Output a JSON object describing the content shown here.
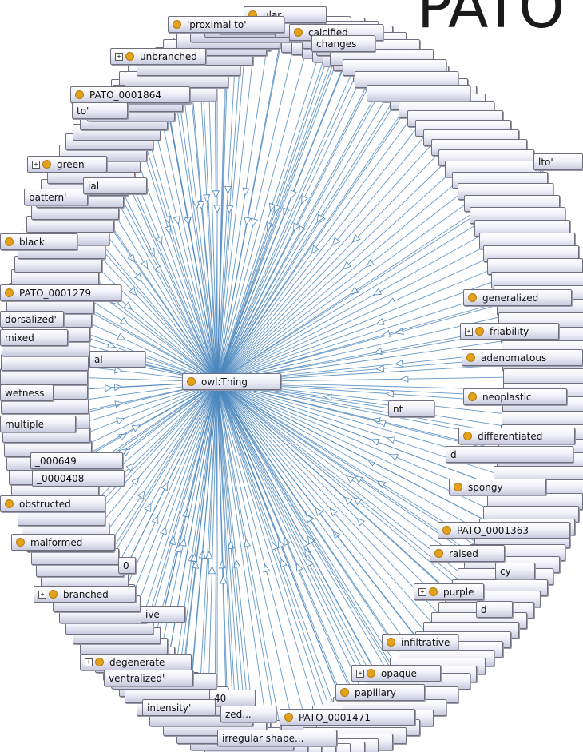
{
  "title": "PATO",
  "root": {
    "label": "owl:Thing",
    "icon": "class-dot-icon"
  },
  "colors": {
    "edge": "#4a86bd",
    "node_dot": "#e4a11b",
    "node_border": "#6f6f7e"
  },
  "nodes": [
    {
      "label": "ular",
      "expandable": false,
      "icon": true
    },
    {
      "label": "'proximal to'",
      "expandable": false,
      "icon": true
    },
    {
      "label": "calcified",
      "expandable": false,
      "icon": true
    },
    {
      "label": "unbranched",
      "expandable": true,
      "icon": true
    },
    {
      "label": "PATO_0001864",
      "expandable": false,
      "icon": true
    },
    {
      "label": "to'",
      "expandable": false,
      "icon": false
    },
    {
      "label": "green",
      "expandable": true,
      "icon": true
    },
    {
      "label": "pattern'",
      "expandable": false,
      "icon": false
    },
    {
      "label": "black",
      "expandable": false,
      "icon": true
    },
    {
      "label": "PATO_0001279",
      "expandable": false,
      "icon": true
    },
    {
      "label": "dorsalized'",
      "expandable": false,
      "icon": false
    },
    {
      "label": "mixed",
      "expandable": false,
      "icon": false
    },
    {
      "label": "wetness",
      "expandable": false,
      "icon": false
    },
    {
      "label": "multiple",
      "expandable": false,
      "icon": false
    },
    {
      "label": "_000649",
      "expandable": false,
      "icon": false
    },
    {
      "label": "_0000408",
      "expandable": false,
      "icon": false
    },
    {
      "label": "obstructed",
      "expandable": false,
      "icon": true
    },
    {
      "label": "malformed",
      "expandable": false,
      "icon": true
    },
    {
      "label": "0",
      "expandable": false,
      "icon": false
    },
    {
      "label": "branched",
      "expandable": true,
      "icon": true
    },
    {
      "label": "ive",
      "expandable": false,
      "icon": false
    },
    {
      "label": "degenerate",
      "expandable": true,
      "icon": true
    },
    {
      "label": "ventralized'",
      "expandable": false,
      "icon": false
    },
    {
      "label": "40",
      "expandable": false,
      "icon": false
    },
    {
      "label": "intensity'",
      "expandable": false,
      "icon": false
    },
    {
      "label": "zed...",
      "expandable": false,
      "icon": false
    },
    {
      "label": "PATO_0001471",
      "expandable": false,
      "icon": true
    },
    {
      "label": "irregular shape...",
      "expandable": false,
      "icon": false
    },
    {
      "label": "papillary",
      "expandable": false,
      "icon": true
    },
    {
      "label": "opaque",
      "expandable": true,
      "icon": true
    },
    {
      "label": "infiltrative",
      "expandable": false,
      "icon": true
    },
    {
      "label": "d",
      "expandable": false,
      "icon": false
    },
    {
      "label": "purple",
      "expandable": true,
      "icon": true
    },
    {
      "label": "cy",
      "expandable": false,
      "icon": false
    },
    {
      "label": "raised",
      "expandable": false,
      "icon": true
    },
    {
      "label": "PATO_0001363",
      "expandable": false,
      "icon": true
    },
    {
      "label": "spongy",
      "expandable": false,
      "icon": true
    },
    {
      "label": "differentiated",
      "expandable": false,
      "icon": true
    },
    {
      "label": "d",
      "expandable": false,
      "icon": false
    },
    {
      "label": "neoplastic",
      "expandable": false,
      "icon": true
    },
    {
      "label": "adenomatous",
      "expandable": false,
      "icon": true
    },
    {
      "label": "friability",
      "expandable": true,
      "icon": true
    },
    {
      "label": "generalized",
      "expandable": false,
      "icon": true
    },
    {
      "label": "lto'",
      "expandable": false,
      "icon": false
    },
    {
      "label": "nt",
      "expandable": false,
      "icon": false
    },
    {
      "label": "al",
      "expandable": false,
      "icon": false
    },
    {
      "label": "ial",
      "expandable": false,
      "icon": false
    },
    {
      "label": "changes",
      "expandable": false,
      "icon": false
    }
  ]
}
